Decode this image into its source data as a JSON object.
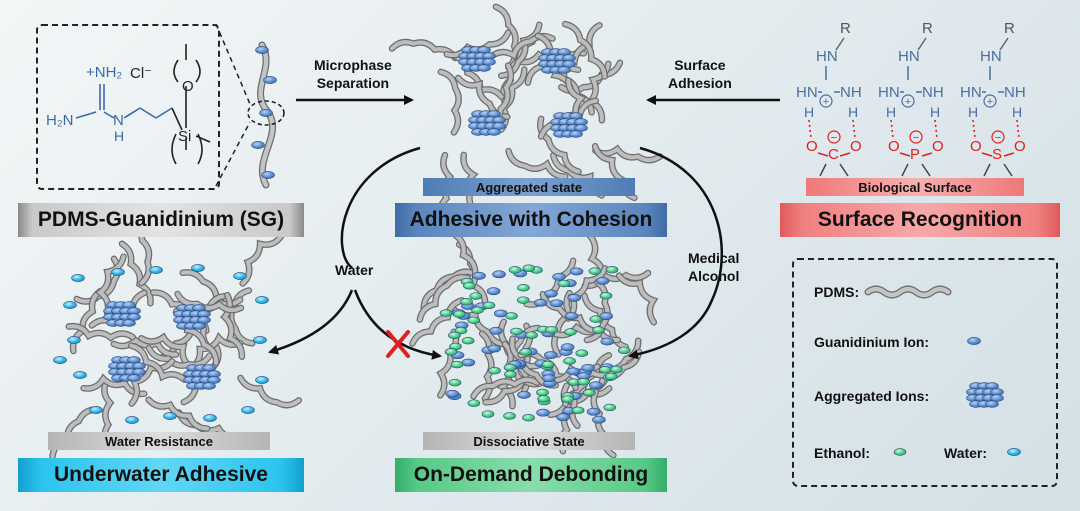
{
  "sg_structure": {
    "nh2_plus": "+NH₂",
    "cl": "Cl⁻",
    "h2n": "H₂N",
    "n": "N",
    "h": "H",
    "o": "O",
    "si": "Si"
  },
  "arrows": {
    "microphase": "Microphase\nSeparation",
    "surface_adhesion": "Surface\nAdhesion",
    "water": "Water",
    "medical_alcohol": "Medical\nAlcohol"
  },
  "labels": {
    "aggregated_state": "Aggregated state",
    "water_resistance": "Water Resistance",
    "dissociative_state": "Dissociative State",
    "biological_surface": "Biological Surface"
  },
  "banners": {
    "pdms_guanidinium": "PDMS-Guanidinium (SG)",
    "adhesive_cohesion": "Adhesive with Cohesion",
    "surface_recognition": "Surface Recognition",
    "underwater_adhesive": "Underwater Adhesive",
    "on_demand_debonding": "On-Demand Debonding"
  },
  "legend": {
    "pdms": "PDMS:",
    "guanidinium_ion": "Guanidinium Ion:",
    "aggregated_ions": "Aggregated Ions:",
    "ethanol": "Ethanol:",
    "water": "Water:"
  },
  "surface_recognition": {
    "r": "R",
    "hn": "HN",
    "nh": "NH",
    "plus": "+",
    "minus": "−",
    "h": "H",
    "o": "O",
    "c": "C",
    "p": "P",
    "s": "S"
  },
  "colors": {
    "blue_banner": "#5b86bd",
    "red_banner": "#f08080",
    "cyan_banner": "#2bc4ee",
    "green_banner": "#57c987",
    "ion_blue": "#5d8ed3",
    "water_cyan": "#3bb4e8",
    "ethanol_green": "#4fd18b"
  }
}
